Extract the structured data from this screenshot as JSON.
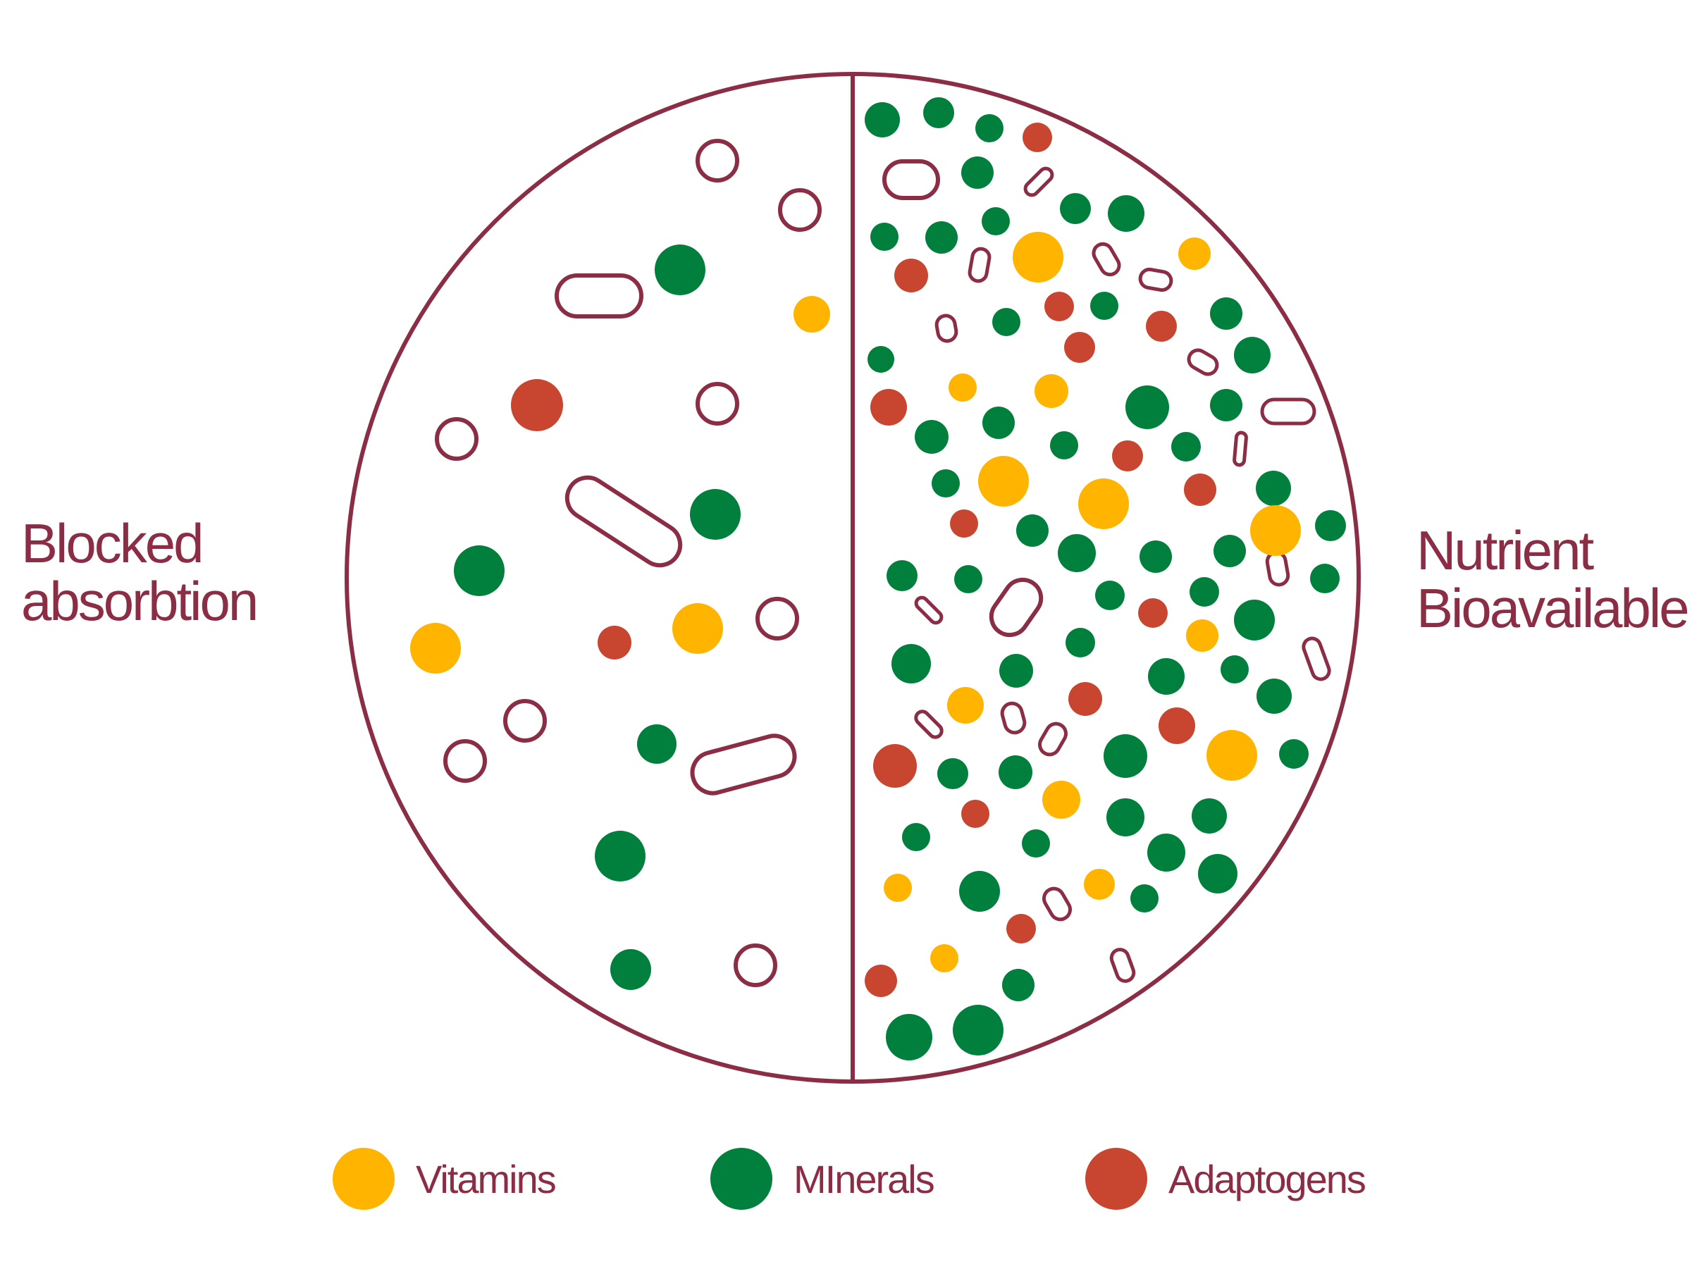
{
  "labels": {
    "left": [
      "Blocked",
      "absorbtion"
    ],
    "right": [
      "Nutrient",
      "Bioavailable"
    ]
  },
  "legend": [
    {
      "key": "vitamins",
      "label": "Vitamins",
      "color": "#ffb400"
    },
    {
      "key": "minerals",
      "label": "MInerals",
      "color": "#00803c"
    },
    {
      "key": "adaptogens",
      "label": "Adaptogens",
      "color": "#c84630"
    }
  ],
  "colors": {
    "outline": "#8b2d45",
    "vitamins": "#ffb400",
    "minerals": "#00803c",
    "adaptogens": "#c84630"
  }
}
